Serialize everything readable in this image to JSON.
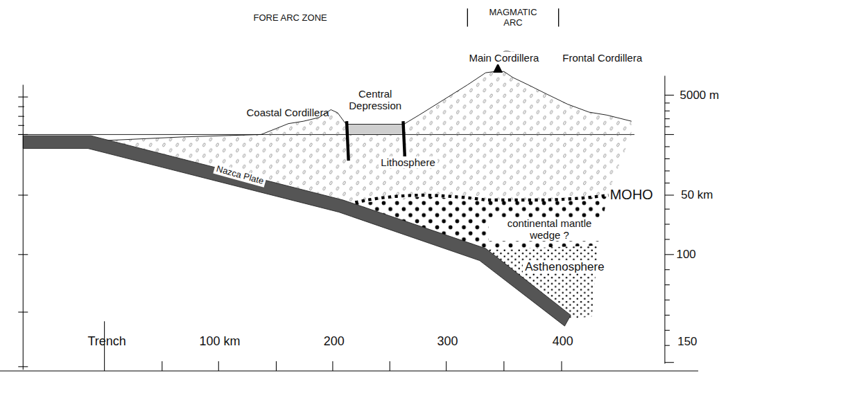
{
  "diagram": {
    "labels": [
      "FORE ARC ZONE",
      "MAGMATIC ARC",
      "Main Cordillera",
      "Frontal Cordillera",
      "Coastal Cordillera",
      "Central Depression",
      "Lithosphere",
      "Nazca Plate",
      "MOHO",
      "continental mantle wedge ?",
      "Asthenosphere",
      "5000 m",
      "50 km",
      "100",
      "150",
      "Trench",
      "100 km",
      "200",
      "300",
      "400"
    ]
  }
}
